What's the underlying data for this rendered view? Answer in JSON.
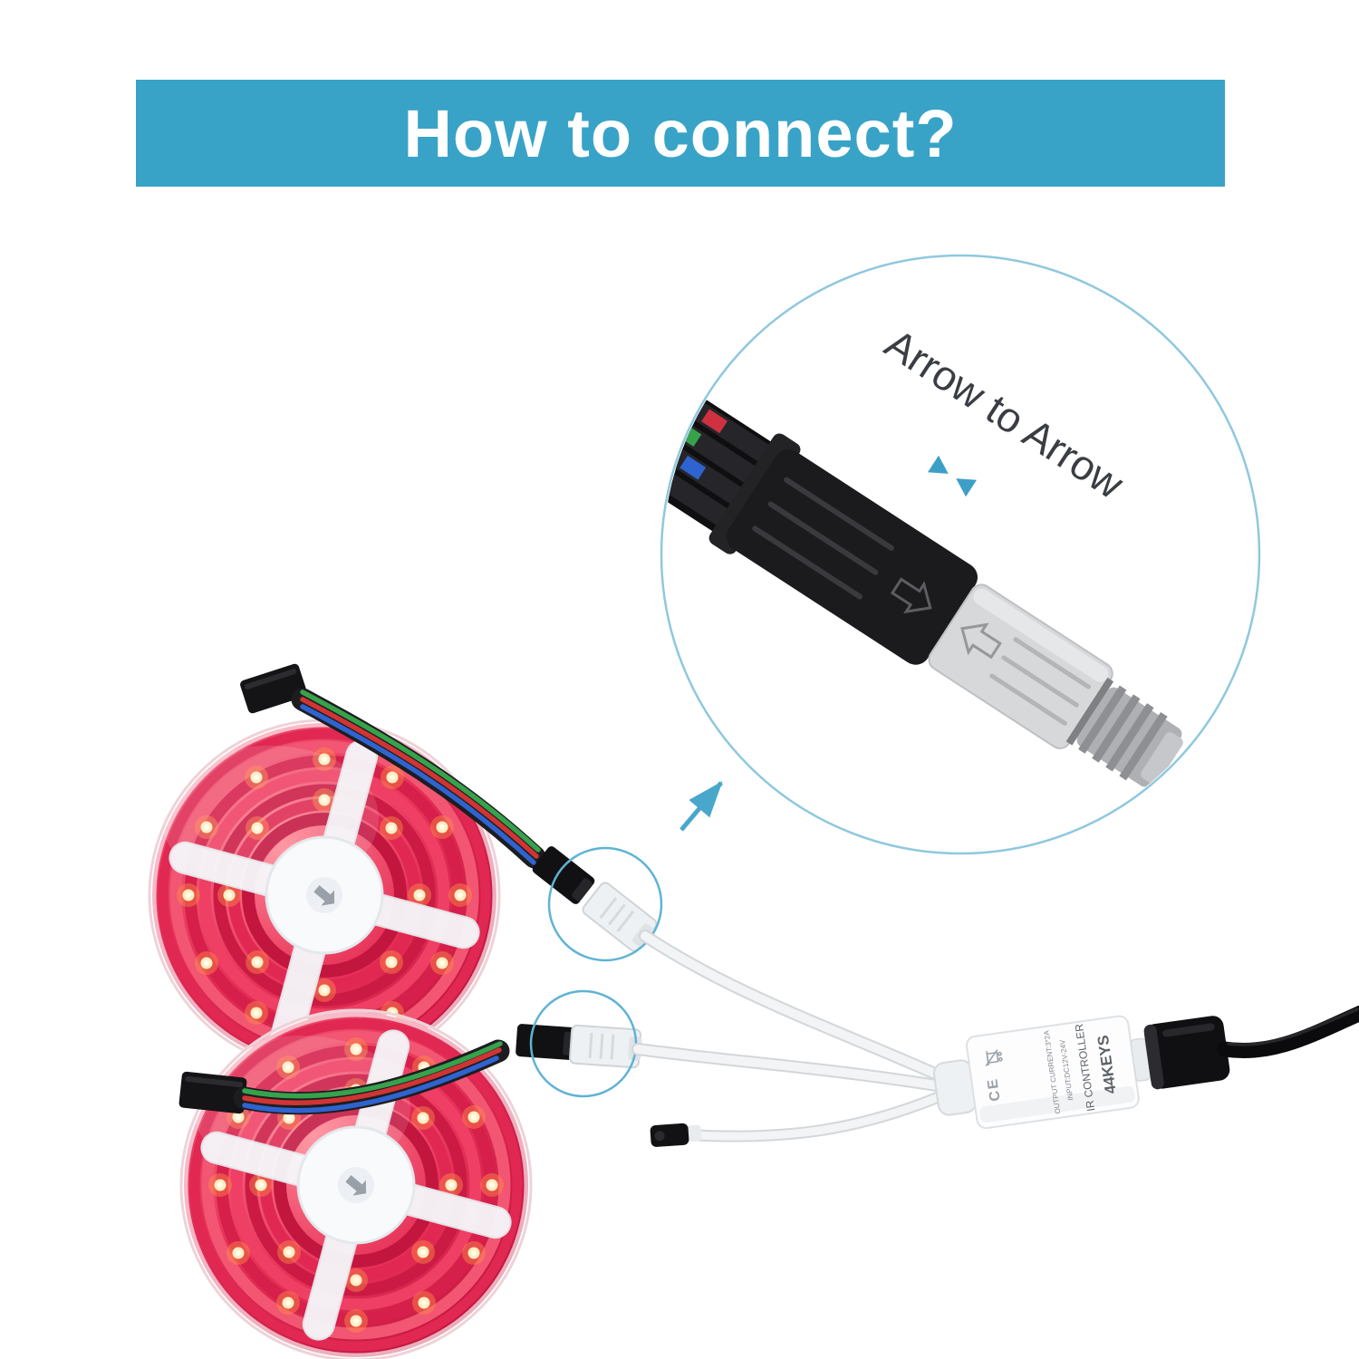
{
  "banner": {
    "title": "How to connect?"
  },
  "inset": {
    "label": "Arrow to Arrow"
  },
  "controller": {
    "name_line": "44KEYS",
    "type_line": "IR CONTROLLER",
    "spec_line1": "INPUT:DC12V-24V",
    "spec_line2": "OUTPUT CURRENT:3*2A",
    "ce_mark": "CE"
  },
  "icons": {
    "pointer_arrow": "up-right-arrow",
    "inset_arrows": "two-arrows-facing-each-other",
    "black_connector_arrow": "embossed-arrow-right",
    "white_connector_arrow": "embossed-arrow-left",
    "weee": "crossed-out-bin-icon"
  },
  "colors": {
    "banner_bg": "#38A3C7",
    "accent_blue": "#4AA7CC",
    "circle_outline": "#8FC8DE",
    "strip_red": "#D91C46"
  }
}
